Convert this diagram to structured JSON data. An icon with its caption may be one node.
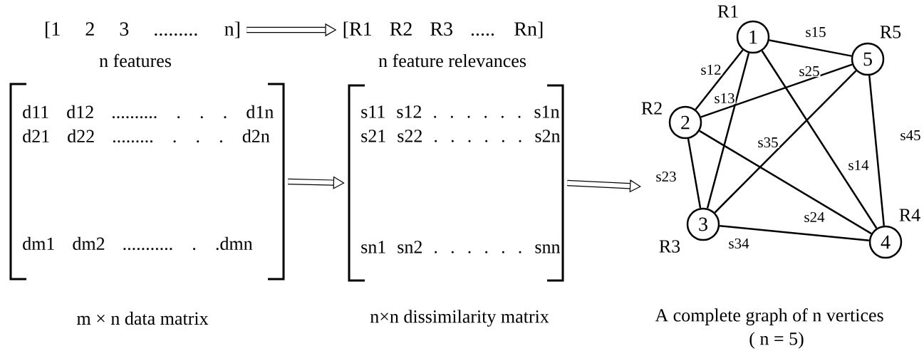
{
  "diagram": {
    "nodes": [
      {
        "text": [
          "[1 2 3 ......... n]"
        ],
        "beside": [
          "n features"
        ]
      },
      {
        "text": [
          "[R1 R2 R3 ..... Rn]"
        ],
        "beside": [
          "n feature relevances"
        ]
      },
      {
        "text": [
          "d11 d12 .......... . . . d1n",
          "d21 d22 ......... . . . d2n",
          "dm1 dm2 ........... . .dmn"
        ],
        "beside": [
          "m × n data matrix"
        ]
      },
      {
        "text": [
          "s11 s12 . . . . . . s1n",
          "s21 s22 . . . . . . s2n",
          "sn1 sn2 . . . . . . snn"
        ],
        "beside": [
          "n×n dissimilarity matrix"
        ]
      },
      {
        "text": [
          "1"
        ],
        "beside": [
          "R1"
        ]
      },
      {
        "text": [
          "2"
        ],
        "beside": [
          "R2"
        ]
      },
      {
        "text": [
          "3"
        ],
        "beside": [
          "R3"
        ]
      },
      {
        "text": [
          "4"
        ],
        "beside": [
          "R4"
        ]
      },
      {
        "text": [
          "5"
        ],
        "beside": [
          "R5"
        ]
      }
    ],
    "edges": [
      {
        "from": 0,
        "to": 1,
        "arrow": "to",
        "style": "thick"
      },
      {
        "from": 2,
        "to": 3,
        "arrow": "to",
        "style": "thick"
      },
      {
        "from": 3,
        "to": null,
        "arrow": "to",
        "style": "thick"
      },
      {
        "from": 4,
        "to": 5,
        "arrow": "none",
        "label": "s12"
      },
      {
        "from": 4,
        "to": 6,
        "arrow": "none",
        "label": "s13"
      },
      {
        "from": 4,
        "to": 7,
        "arrow": "none",
        "label": "s14"
      },
      {
        "from": 4,
        "to": 8,
        "arrow": "none",
        "label": "s15"
      },
      {
        "from": 5,
        "to": 6,
        "arrow": "none",
        "label": "s23"
      },
      {
        "from": 5,
        "to": 7,
        "arrow": "none",
        "label": "s24"
      },
      {
        "from": 5,
        "to": 8,
        "arrow": "none",
        "label": "s25"
      },
      {
        "from": 6,
        "to": 7,
        "arrow": "none",
        "label": "s34"
      },
      {
        "from": 6,
        "to": 8,
        "arrow": "none",
        "label": "s35"
      },
      {
        "from": 8,
        "to": 7,
        "arrow": "none",
        "label": "s45"
      }
    ],
    "labels": [
      "A complete graph of n vertices",
      "( n = 5)"
    ]
  }
}
